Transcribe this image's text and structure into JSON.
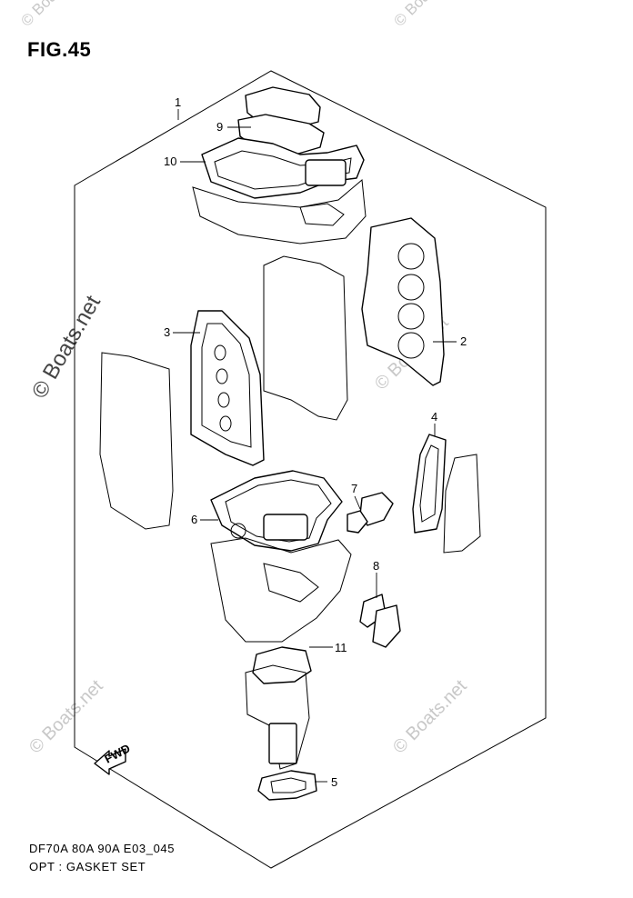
{
  "figure": {
    "title": "FIG.45",
    "model_code": "DF70A 80A 90A E03_045",
    "description": "OPT : GASKET SET"
  },
  "watermark": {
    "text": "© Boats.net"
  },
  "arrow": {
    "label": "FWD"
  },
  "callouts": [
    {
      "number": "1"
    },
    {
      "number": "2"
    },
    {
      "number": "3"
    },
    {
      "number": "4"
    },
    {
      "number": "5"
    },
    {
      "number": "6"
    },
    {
      "number": "7"
    },
    {
      "number": "8"
    },
    {
      "number": "9"
    },
    {
      "number": "10"
    },
    {
      "number": "11"
    }
  ]
}
